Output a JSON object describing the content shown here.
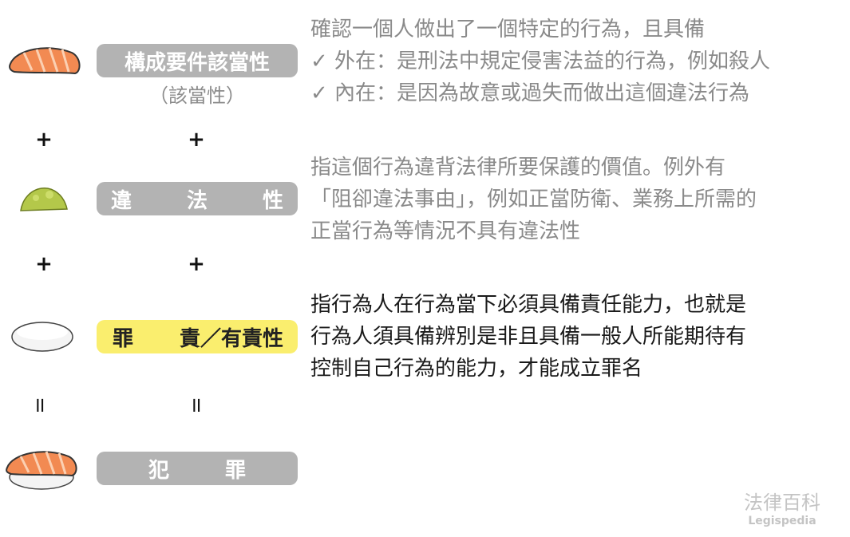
{
  "rows": [
    {
      "label": "構成要件該當性",
      "label_parts": [
        "構成要件該當性"
      ],
      "sub": "（該當性）",
      "icon": "salmon-slice-icon",
      "lines": [
        "確認一個人做出了一個特定的行為，且具備",
        "✓ 外在：是刑法中規定侵害法益的行為，例如殺人",
        "✓ 內在：是因為故意或過失而做出這個違法行為"
      ]
    },
    {
      "label_parts": [
        "違",
        "法",
        "性"
      ],
      "icon": "wasabi-icon",
      "lines": [
        "指這個行為違背法律所要保護的價值。例外有",
        "「阻卻違法事由」，例如正當防衛、業務上所需的",
        "正當行為等情況不具有違法性"
      ]
    },
    {
      "label_parts": [
        "罪",
        "責／有責性"
      ],
      "icon": "rice-icon",
      "lines": [
        "指行為人在行為當下必須具備責任能力，也就是",
        "行為人須具備辨別是非且具備一般人所能期待有",
        "控制自己行為的能力，才能成立罪名"
      ]
    },
    {
      "label_parts": [
        "犯",
        "罪"
      ],
      "icon": "salmon-nigiri-icon"
    }
  ],
  "operators": {
    "plus": "+",
    "equals": "॥"
  },
  "logo": {
    "zh": "法律百科",
    "en": "Legispedia"
  },
  "colors": {
    "pill": "#b3b3b3",
    "highlight": "#faee6e",
    "muted_text": "#8a8a8a"
  }
}
